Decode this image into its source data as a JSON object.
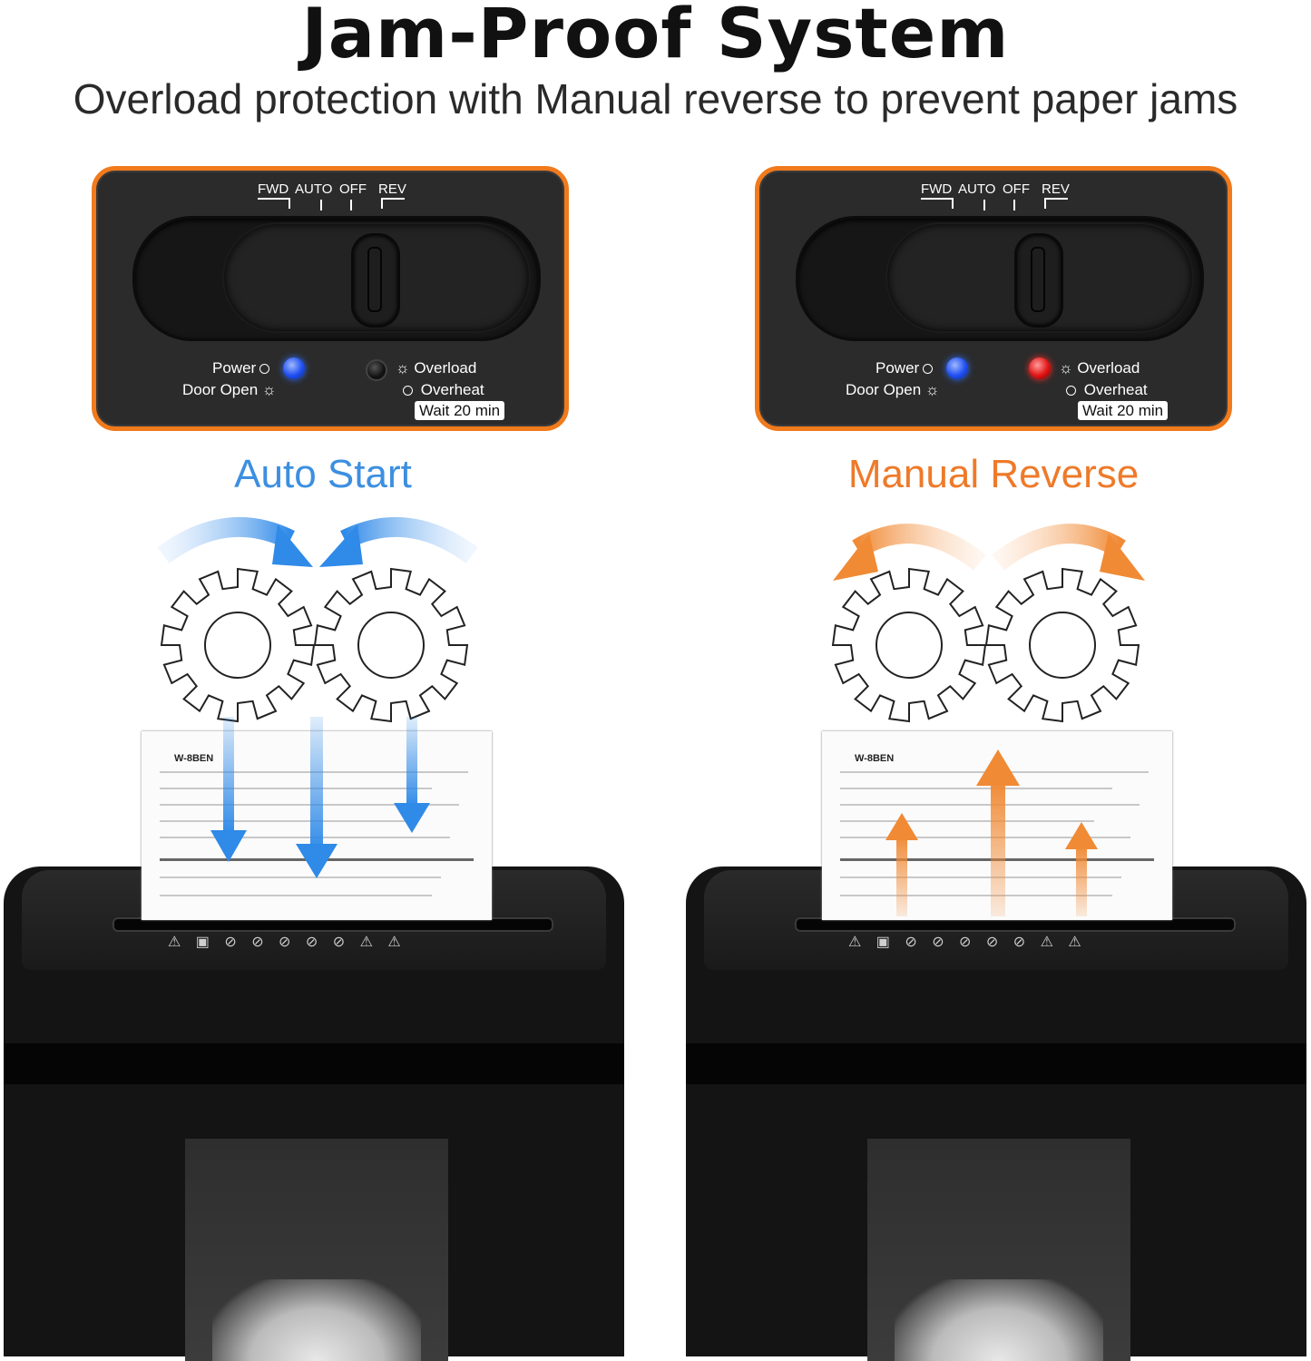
{
  "header": {
    "title": "Jam-Proof System",
    "subtitle": "Overload protection with Manual reverse to prevent paper jams"
  },
  "panels": [
    {
      "switch_labels": {
        "fwd": "FWD",
        "auto": "AUTO",
        "off": "OFF",
        "rev": "REV"
      },
      "power_label": "Power",
      "door_label": "Door Open",
      "overload_label": "Overload",
      "overheat_label": "Overheat",
      "wait_label": "Wait 20 min",
      "overload_led": "off"
    },
    {
      "switch_labels": {
        "fwd": "FWD",
        "auto": "AUTO",
        "off": "OFF",
        "rev": "REV"
      },
      "power_label": "Power",
      "door_label": "Door Open",
      "overload_label": "Overload",
      "overheat_label": "Overheat",
      "wait_label": "Wait 20 min",
      "overload_led": "red"
    }
  ],
  "modes": [
    {
      "label": "Auto Start",
      "color": "#3c8fe0",
      "arrow_color": "#2f8ae8"
    },
    {
      "label": "Manual Reverse",
      "color": "#ee7a2a",
      "arrow_color": "#f08a35"
    }
  ],
  "document": {
    "form_id": "W-8BEN"
  },
  "icons": [
    "gear-icon",
    "arrow-icon",
    "warning-icon",
    "led-icon"
  ]
}
